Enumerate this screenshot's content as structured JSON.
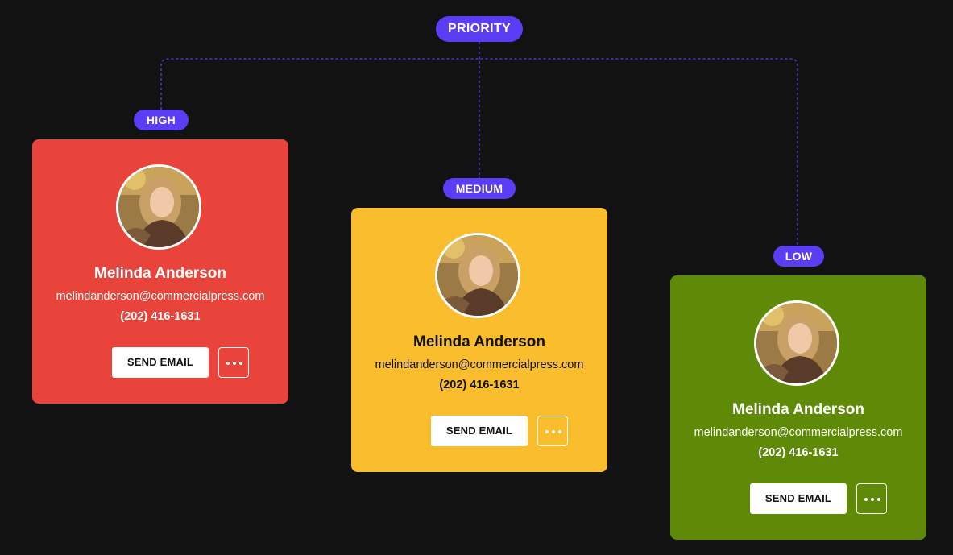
{
  "root": {
    "label": "PRIORITY"
  },
  "colors": {
    "pill": "#5b3df5",
    "connector": "#5b3df5",
    "background": "#121212",
    "high": "#e8443c",
    "medium": "#fabd2e",
    "low": "#5e8a07"
  },
  "levels": [
    {
      "label": "HIGH",
      "card": {
        "name": "Melinda Anderson",
        "email": "melindanderson@commercialpress.com",
        "phone": "(202) 416-1631",
        "send_label": "SEND EMAIL",
        "more_icon": "more-dots-icon"
      }
    },
    {
      "label": "MEDIUM",
      "card": {
        "name": "Melinda Anderson",
        "email": "melindanderson@commercialpress.com",
        "phone": "(202) 416-1631",
        "send_label": "SEND EMAIL",
        "more_icon": "more-dots-icon"
      }
    },
    {
      "label": "LOW",
      "card": {
        "name": "Melinda Anderson",
        "email": "melindanderson@commercialpress.com",
        "phone": "(202) 416-1631",
        "send_label": "SEND EMAIL",
        "more_icon": "more-dots-icon"
      }
    }
  ]
}
